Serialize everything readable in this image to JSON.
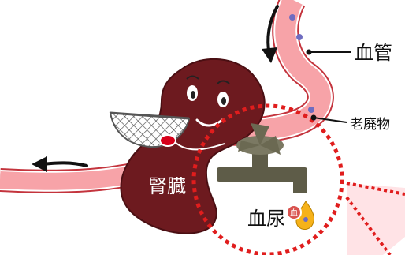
{
  "labels": {
    "kidney": "腎臓",
    "blood_vessel": "血管",
    "waste": "老廃物",
    "hematuria": "血尿",
    "blood_badge": "血"
  },
  "colors": {
    "kidney": "#6d1a1f",
    "kidney_dark": "#4a0f13",
    "vessel_fill": "#f7a3a8",
    "vessel_stroke": "#c4343d",
    "vessel_inner": "#ffffff",
    "waste_particle": "#6f6cc0",
    "magnifier_ring": "#e01d1d",
    "magnifier_fill": "#ffe3e6",
    "faucet": "#5e5c48",
    "drop": "#f6b21a",
    "badge": "#d9534f"
  },
  "icons": {
    "arrow_down": "arrow-down-icon",
    "arrow_left": "arrow-left-icon",
    "faucet": "faucet-icon",
    "basket": "filter-basket-icon",
    "urine_drop": "urine-drop-icon"
  }
}
